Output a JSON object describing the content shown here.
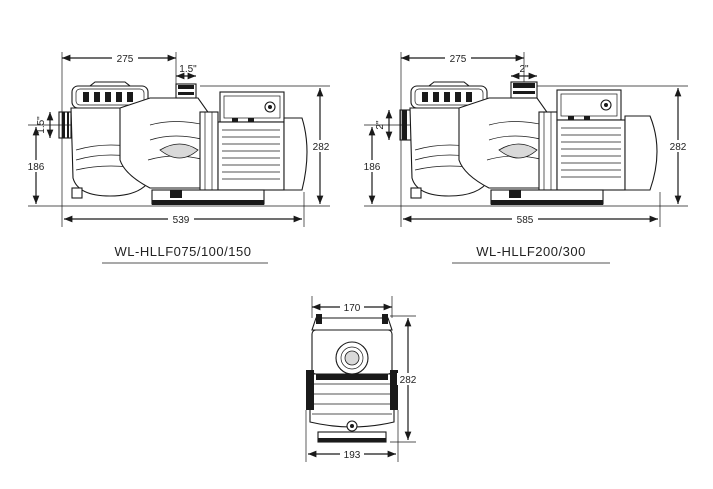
{
  "pump_left": {
    "model": "WL-HLLF075/100/150",
    "dim_top_length": "275",
    "dim_port_top": "1.5\"",
    "dim_port_side": "1.5\"",
    "dim_center_height": "186",
    "dim_total_height": "282",
    "dim_total_length": "539"
  },
  "pump_right": {
    "model": "WL-HLLF200/300",
    "dim_top_length": "275",
    "dim_port_top": "2\"",
    "dim_port_side": "2\"",
    "dim_center_height": "186",
    "dim_total_height": "282",
    "dim_total_length": "585"
  },
  "pump_front": {
    "dim_top_width": "170",
    "dim_height": "282",
    "dim_base_width": "193"
  }
}
